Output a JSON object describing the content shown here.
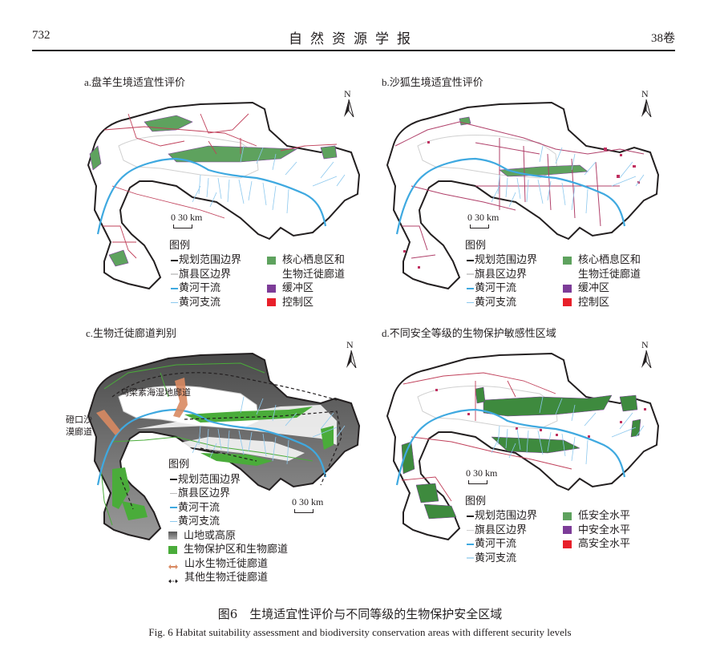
{
  "header": {
    "page_number": "732",
    "journal": "自然资源学报",
    "volume": "38卷"
  },
  "colors": {
    "boundary": "#231f20",
    "county_boundary": "#d0d0d0",
    "main_river": "#3fa9e0",
    "tributary": "#8cc8ee",
    "core_habitat": "#5ea25e",
    "buffer": "#7d3c98",
    "control": "#e8202a",
    "mountain": "#777777",
    "protection_green": "#4aac3a",
    "mountain_water_corridor": "#d98a62"
  },
  "panels": [
    {
      "id": "a",
      "title_letter": "a.",
      "title": "盘羊生境适宜性评价",
      "north": "N",
      "scale": {
        "zero": "0",
        "label": "30 km"
      },
      "legend": {
        "heading": "图例",
        "col1": [
          "规划范围边界",
          "旗县区边界",
          "黄河干流",
          "黄河支流"
        ],
        "col2": [
          "核心栖息区和",
          "生物迁徙廊道",
          "缓冲区",
          "控制区"
        ]
      }
    },
    {
      "id": "b",
      "title_letter": "b.",
      "title": "沙狐生境适宜性评价",
      "north": "N",
      "scale": {
        "zero": "0",
        "label": "30 km"
      },
      "legend": {
        "heading": "图例",
        "col1": [
          "规划范围边界",
          "旗县区边界",
          "黄河干流",
          "黄河支流"
        ],
        "col2": [
          "核心栖息区和",
          "生物迁徙廊道",
          "缓冲区",
          "控制区"
        ]
      }
    },
    {
      "id": "c",
      "title_letter": "c.",
      "title": "生物迁徙廊道判别",
      "north": "N",
      "scale": {
        "zero": "0",
        "label": "30 km"
      },
      "annotations": [
        "乌梁素海湿地廊道",
        "磴口沙",
        "漠廊道"
      ],
      "legend": {
        "heading": "图例",
        "items": [
          "规划范围边界",
          "旗县区边界",
          "黄河干流",
          "黄河支流",
          "山地或高原",
          "生物保护区和生物廊道",
          "山水生物迁徙廊道",
          "其他生物迁徙廊道"
        ]
      }
    },
    {
      "id": "d",
      "title_letter": "d.",
      "title": "不同安全等级的生物保护敏感性区域",
      "north": "N",
      "scale": {
        "zero": "0",
        "label": "30 km"
      },
      "legend": {
        "heading": "图例",
        "col1": [
          "规划范围边界",
          "旗县区边界",
          "黄河干流",
          "黄河支流"
        ],
        "col2": [
          "低安全水平",
          "中安全水平",
          "高安全水平"
        ]
      }
    }
  ],
  "caption": {
    "cn": "图6　生境适宜性评价与不同等级的生物保护安全区域",
    "en": "Fig. 6   Habitat suitability assessment and biodiversity conservation areas with different security levels"
  }
}
